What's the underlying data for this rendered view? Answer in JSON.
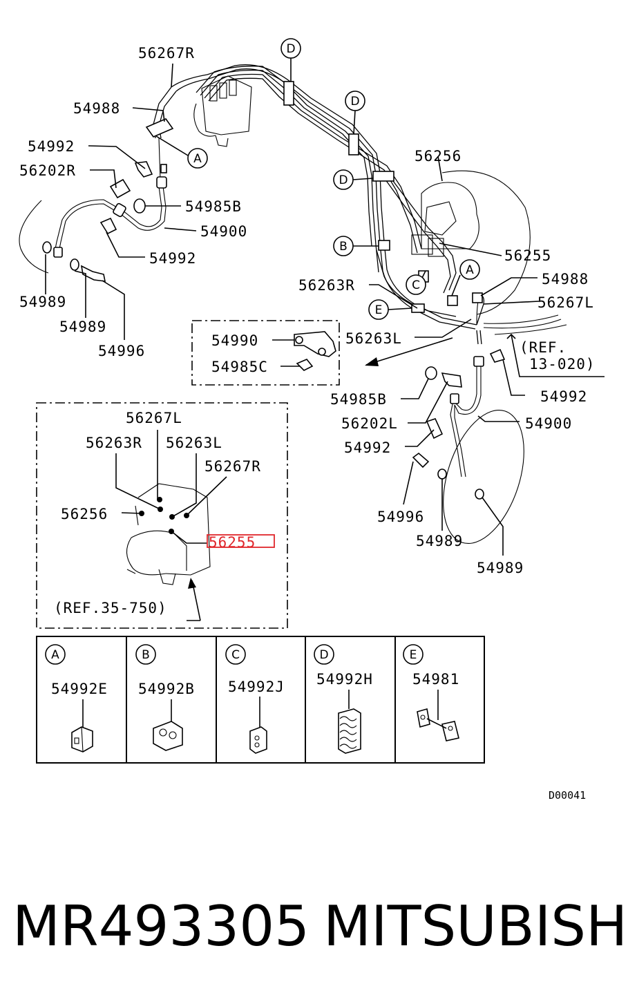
{
  "labels": {
    "p56267R_top": "56267R",
    "p54988_top": "54988",
    "p54992_top1": "54992",
    "p56202R": "56202R",
    "p54985B_top": "54985B",
    "p54900_top": "54900",
    "p54992_top2": "54992",
    "p54989_left1": "54989",
    "p54989_left2": "54989",
    "p54996_left": "54996",
    "p56256_main": "56256",
    "p56255_main": "56255",
    "p54988_right": "54988",
    "p56263R_main": "56263R",
    "p56267L_main": "56267L",
    "p56263L_main": "56263L",
    "ref_13020_a": "(REF.",
    "ref_13020_b": "13-020)",
    "p54990": "54990",
    "p54985C": "54985C",
    "p54985B_right": "54985B",
    "p56202L": "56202L",
    "p54992_right1": "54992",
    "p54900_right": "54900",
    "p54992_right2": "54992",
    "p54996_right": "54996",
    "p54989_right1": "54989",
    "p54989_right2": "54989",
    "inset_56267L": "56267L",
    "inset_56263R": "56263R",
    "inset_56263L": "56263L",
    "inset_56267R": "56267R",
    "inset_56256": "56256",
    "inset_56255": "56255",
    "ref_35750": "(REF.35-750)"
  },
  "callouts": {
    "A": "A",
    "B": "B",
    "C": "C",
    "D": "D",
    "E": "E"
  },
  "legend": [
    {
      "letter": "A",
      "part": "54992E"
    },
    {
      "letter": "B",
      "part": "54992B"
    },
    {
      "letter": "C",
      "part": "54992J"
    },
    {
      "letter": "D",
      "part": "54992H"
    },
    {
      "letter": "E",
      "part": "54981"
    }
  ],
  "drawing_code": "D00041",
  "footer": {
    "part_number": "MR493305",
    "brand": "MITSUBISHI"
  },
  "highlight_color": "#e0262b"
}
